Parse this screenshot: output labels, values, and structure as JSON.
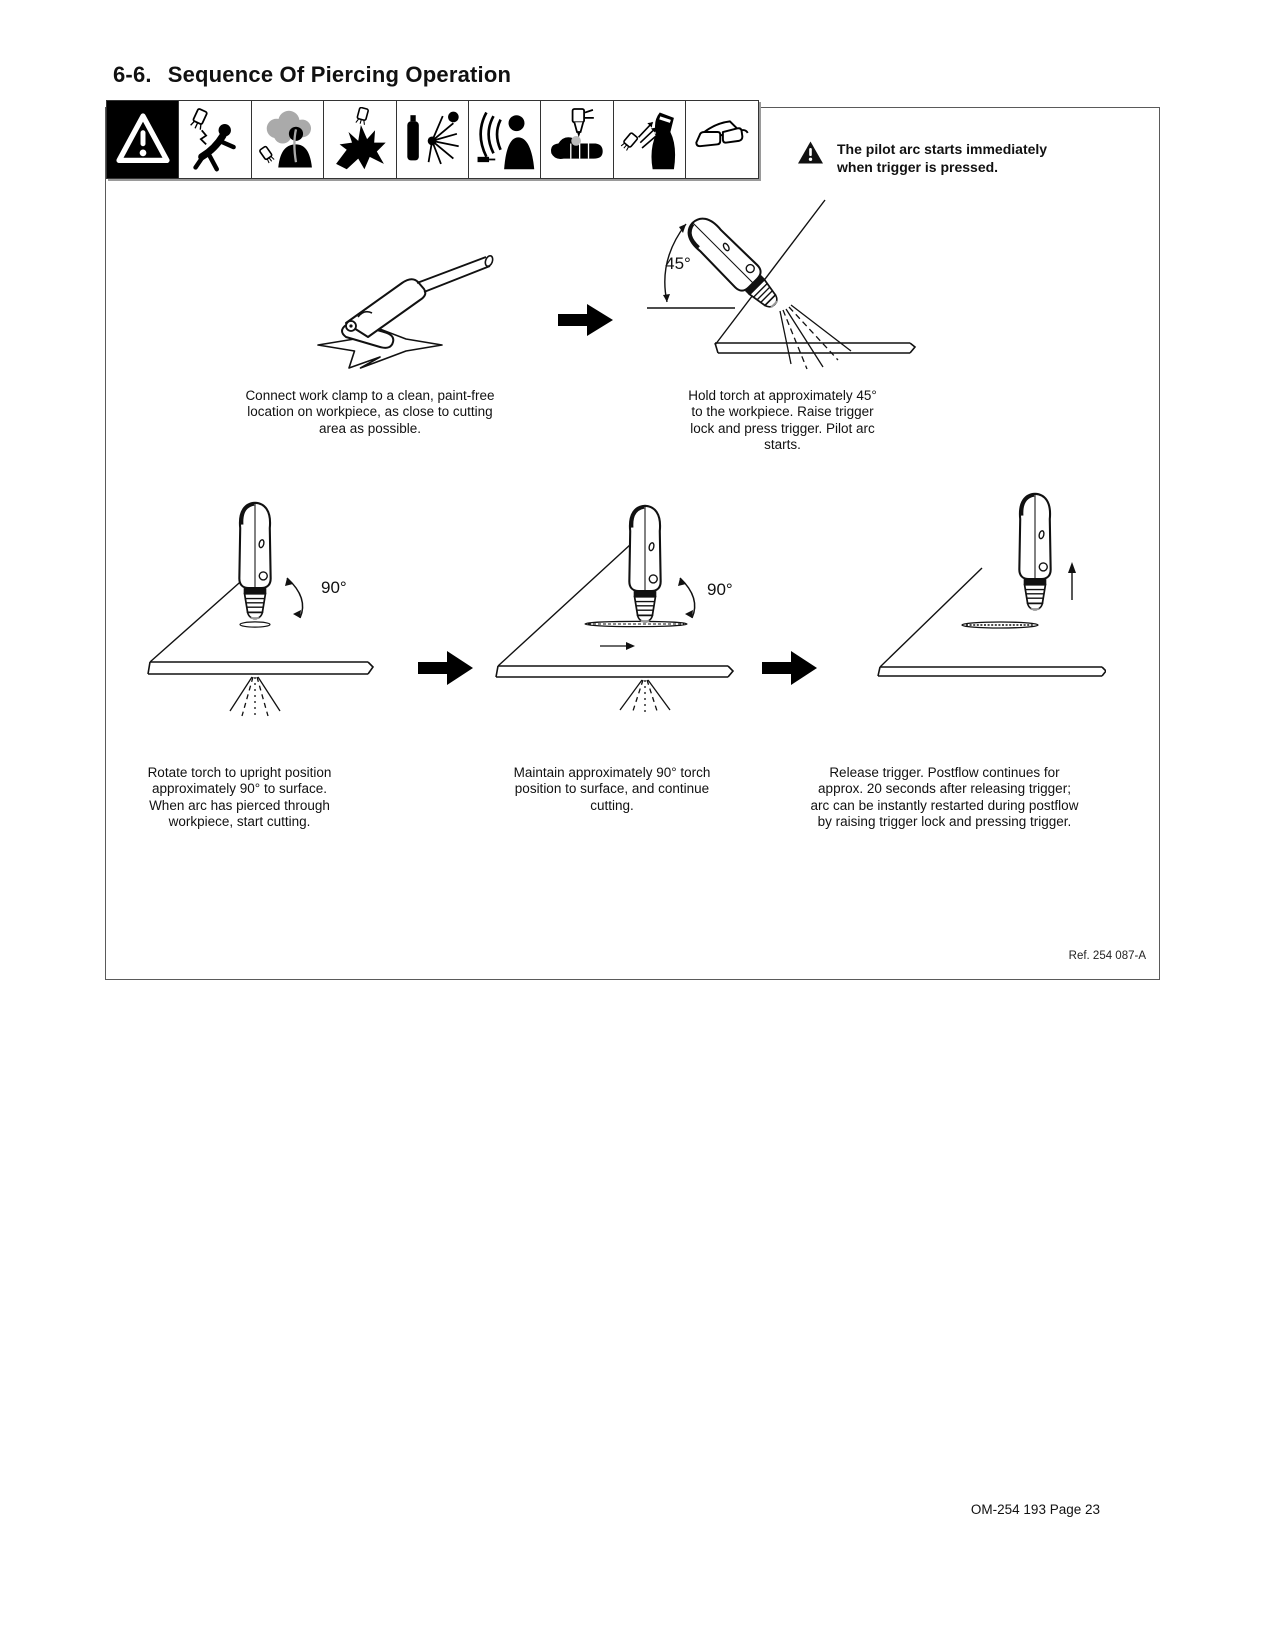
{
  "page": {
    "section_title_number": "6-6.",
    "section_title": "Sequence Of Piercing Operation",
    "ref_label": "Ref. 254 087-A",
    "footer_text": "OM-254 193 Page 23"
  },
  "colors": {
    "ink": "#111111",
    "panel_border": "#5a5a5a",
    "fume_gray": "#aaaaaa"
  },
  "warning_note": {
    "icon": "warning-triangle-icon",
    "lines": [
      "The pilot arc starts immediately",
      "when trigger is pressed."
    ]
  },
  "safety_icons": [
    {
      "name": "general-warning-icon"
    },
    {
      "name": "electric-shock-hazard-icon"
    },
    {
      "name": "toxic-fumes-hazard-icon"
    },
    {
      "name": "fire-explosion-hazard-icon"
    },
    {
      "name": "flying-sparks-cylinder-hazard-icon"
    },
    {
      "name": "noise-hazard-icon"
    },
    {
      "name": "hot-parts-hand-hazard-icon"
    },
    {
      "name": "arc-rays-hazard-icon"
    },
    {
      "name": "safety-glasses-icon"
    }
  ],
  "steps": [
    {
      "lines": [
        "Connect work clamp to a clean, paint-free",
        "location on workpiece, as close to cutting",
        "area as possible."
      ]
    },
    {
      "angle_label": "45°",
      "lines": [
        "Hold torch at approximately 45°",
        "to the workpiece. Raise trigger",
        "lock and press trigger. Pilot arc",
        "starts."
      ]
    },
    {
      "angle_label": "90°",
      "lines": [
        "Rotate torch to upright position",
        "approximately 90° to surface.",
        "When arc has pierced through",
        "workpiece, start cutting."
      ]
    },
    {
      "angle_label": "90°",
      "lines": [
        "Maintain approximately 90° torch",
        "position to surface, and continue",
        "cutting."
      ]
    },
    {
      "lines": [
        "Release trigger. Postflow continues for",
        "approx. 20 seconds after releasing trigger;",
        "arc can be instantly restarted during postflow",
        "by raising trigger lock and pressing trigger."
      ]
    }
  ]
}
